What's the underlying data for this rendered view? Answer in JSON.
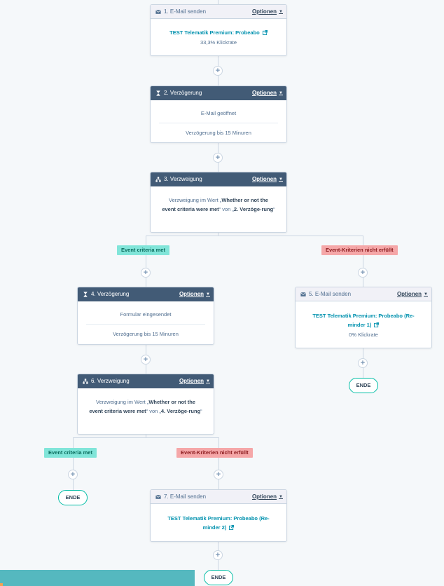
{
  "workflow": {
    "options_label": "Optionen",
    "end_label": "ENDE",
    "branch_met_label": "Event criteria met",
    "branch_not_met_label": "Event-Kriterien nicht erfüllt",
    "actions": {
      "a1": {
        "header": "1. E-Mail senden",
        "link": "TEST Telematik Premium: Probeabo",
        "stat": "33,3% Klickrate"
      },
      "a2": {
        "header": "2. Verzögerung",
        "condition": "E-Mail geöffnet",
        "delay": "Verzögerung bis 15 Minuren"
      },
      "a3": {
        "header": "3. Verzweigung",
        "text_prefix": "Verzweigung im Wert „",
        "text_bold1": "Whether or not the event criteria were met",
        "text_mid": "“ von „",
        "text_bold2": "2. Verzöge-rung",
        "text_suffix": "“"
      },
      "a4": {
        "header": "4. Verzögerung",
        "condition": "Formular eingesendet",
        "delay": "Verzögerung bis 15 Minuren"
      },
      "a5": {
        "header": "5. E-Mail senden",
        "link": "TEST Telematik Premium: Probeabo (Re-minder 1)",
        "stat": "0% Klickrate"
      },
      "a6": {
        "header": "6. Verzweigung",
        "text_prefix": "Verzweigung im Wert „",
        "text_bold1": "Whether or not the event criteria were met",
        "text_mid": "“ von „",
        "text_bold2": "4. Verzöge-rung",
        "text_suffix": "“"
      },
      "a7": {
        "header": "7. E-Mail senden",
        "link": "TEST Telematik Premium: Probeabo (Re-minder 2)"
      }
    },
    "plus_symbol": "+"
  },
  "colors": {
    "background": "#f5f8fa",
    "dark_header": "#425b76",
    "light_header": "#f1f1f7",
    "link": "#0091ae",
    "met_tag": "#81e5d9",
    "not_met_tag": "#f5a7a8",
    "end_border": "#00bda5"
  },
  "icons": {
    "email": "envelope-icon",
    "delay": "hourglass-icon",
    "branch": "branch-icon",
    "external": "external-link-icon",
    "caret": "chevron-down-icon"
  }
}
